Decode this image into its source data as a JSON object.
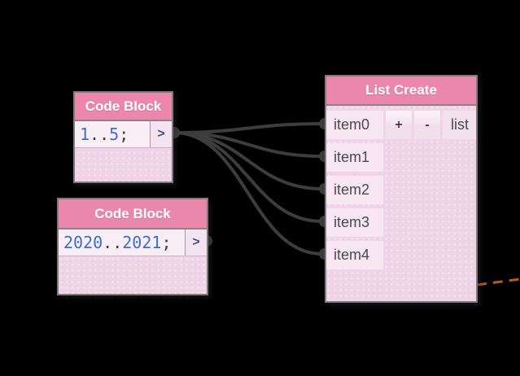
{
  "canvas": {
    "background_color": "#000000",
    "type": "visual-programming-node-canvas"
  },
  "colors": {
    "node_header_pink": "#EC87AC",
    "node_body_pink": "#EFD3E6",
    "port_box_pink": "#F8E6F2",
    "code_field_bg": "#F9EEF6",
    "number_blue": "#3C6ED0",
    "operator_dark": "#3F3F3F",
    "wire_gray": "#3D3D3D",
    "node_border_gray": "#817A7E",
    "dashed_wire_orange": "#BC5B17",
    "header_text_white": "#FFFFFF"
  },
  "nodes": {
    "code_block_1": {
      "title": "Code Block",
      "code_tokens": [
        {
          "t": "1"
        },
        {
          "t": ".."
        },
        {
          "t": "5"
        },
        {
          "t": ";"
        }
      ],
      "output_label": ">"
    },
    "code_block_2": {
      "title": "Code Block",
      "code_tokens": [
        {
          "t": "2020"
        },
        {
          "t": ".."
        },
        {
          "t": "2021"
        },
        {
          "t": ";"
        }
      ],
      "output_label": ">"
    },
    "list_create": {
      "title": "List Create",
      "inputs": [
        {
          "label": "item0"
        },
        {
          "label": "item1"
        },
        {
          "label": "item2"
        },
        {
          "label": "item3"
        },
        {
          "label": "item4"
        }
      ],
      "add_button_label": "+",
      "remove_button_label": "-",
      "output_label": "list"
    }
  },
  "wires": {
    "solid_gray_connections": [
      {
        "from": "code_block_1.output",
        "to": "list_create.item0"
      },
      {
        "from": "code_block_1.output",
        "to": "list_create.item1"
      },
      {
        "from": "code_block_1.output",
        "to": "list_create.item2"
      },
      {
        "from": "code_block_1.output",
        "to": "list_create.item3"
      },
      {
        "from": "code_block_1.output",
        "to": "list_create.item4"
      }
    ],
    "dashed_orange_wire": {
      "from": "list_create.right_edge",
      "to": "offscreen-right"
    }
  }
}
